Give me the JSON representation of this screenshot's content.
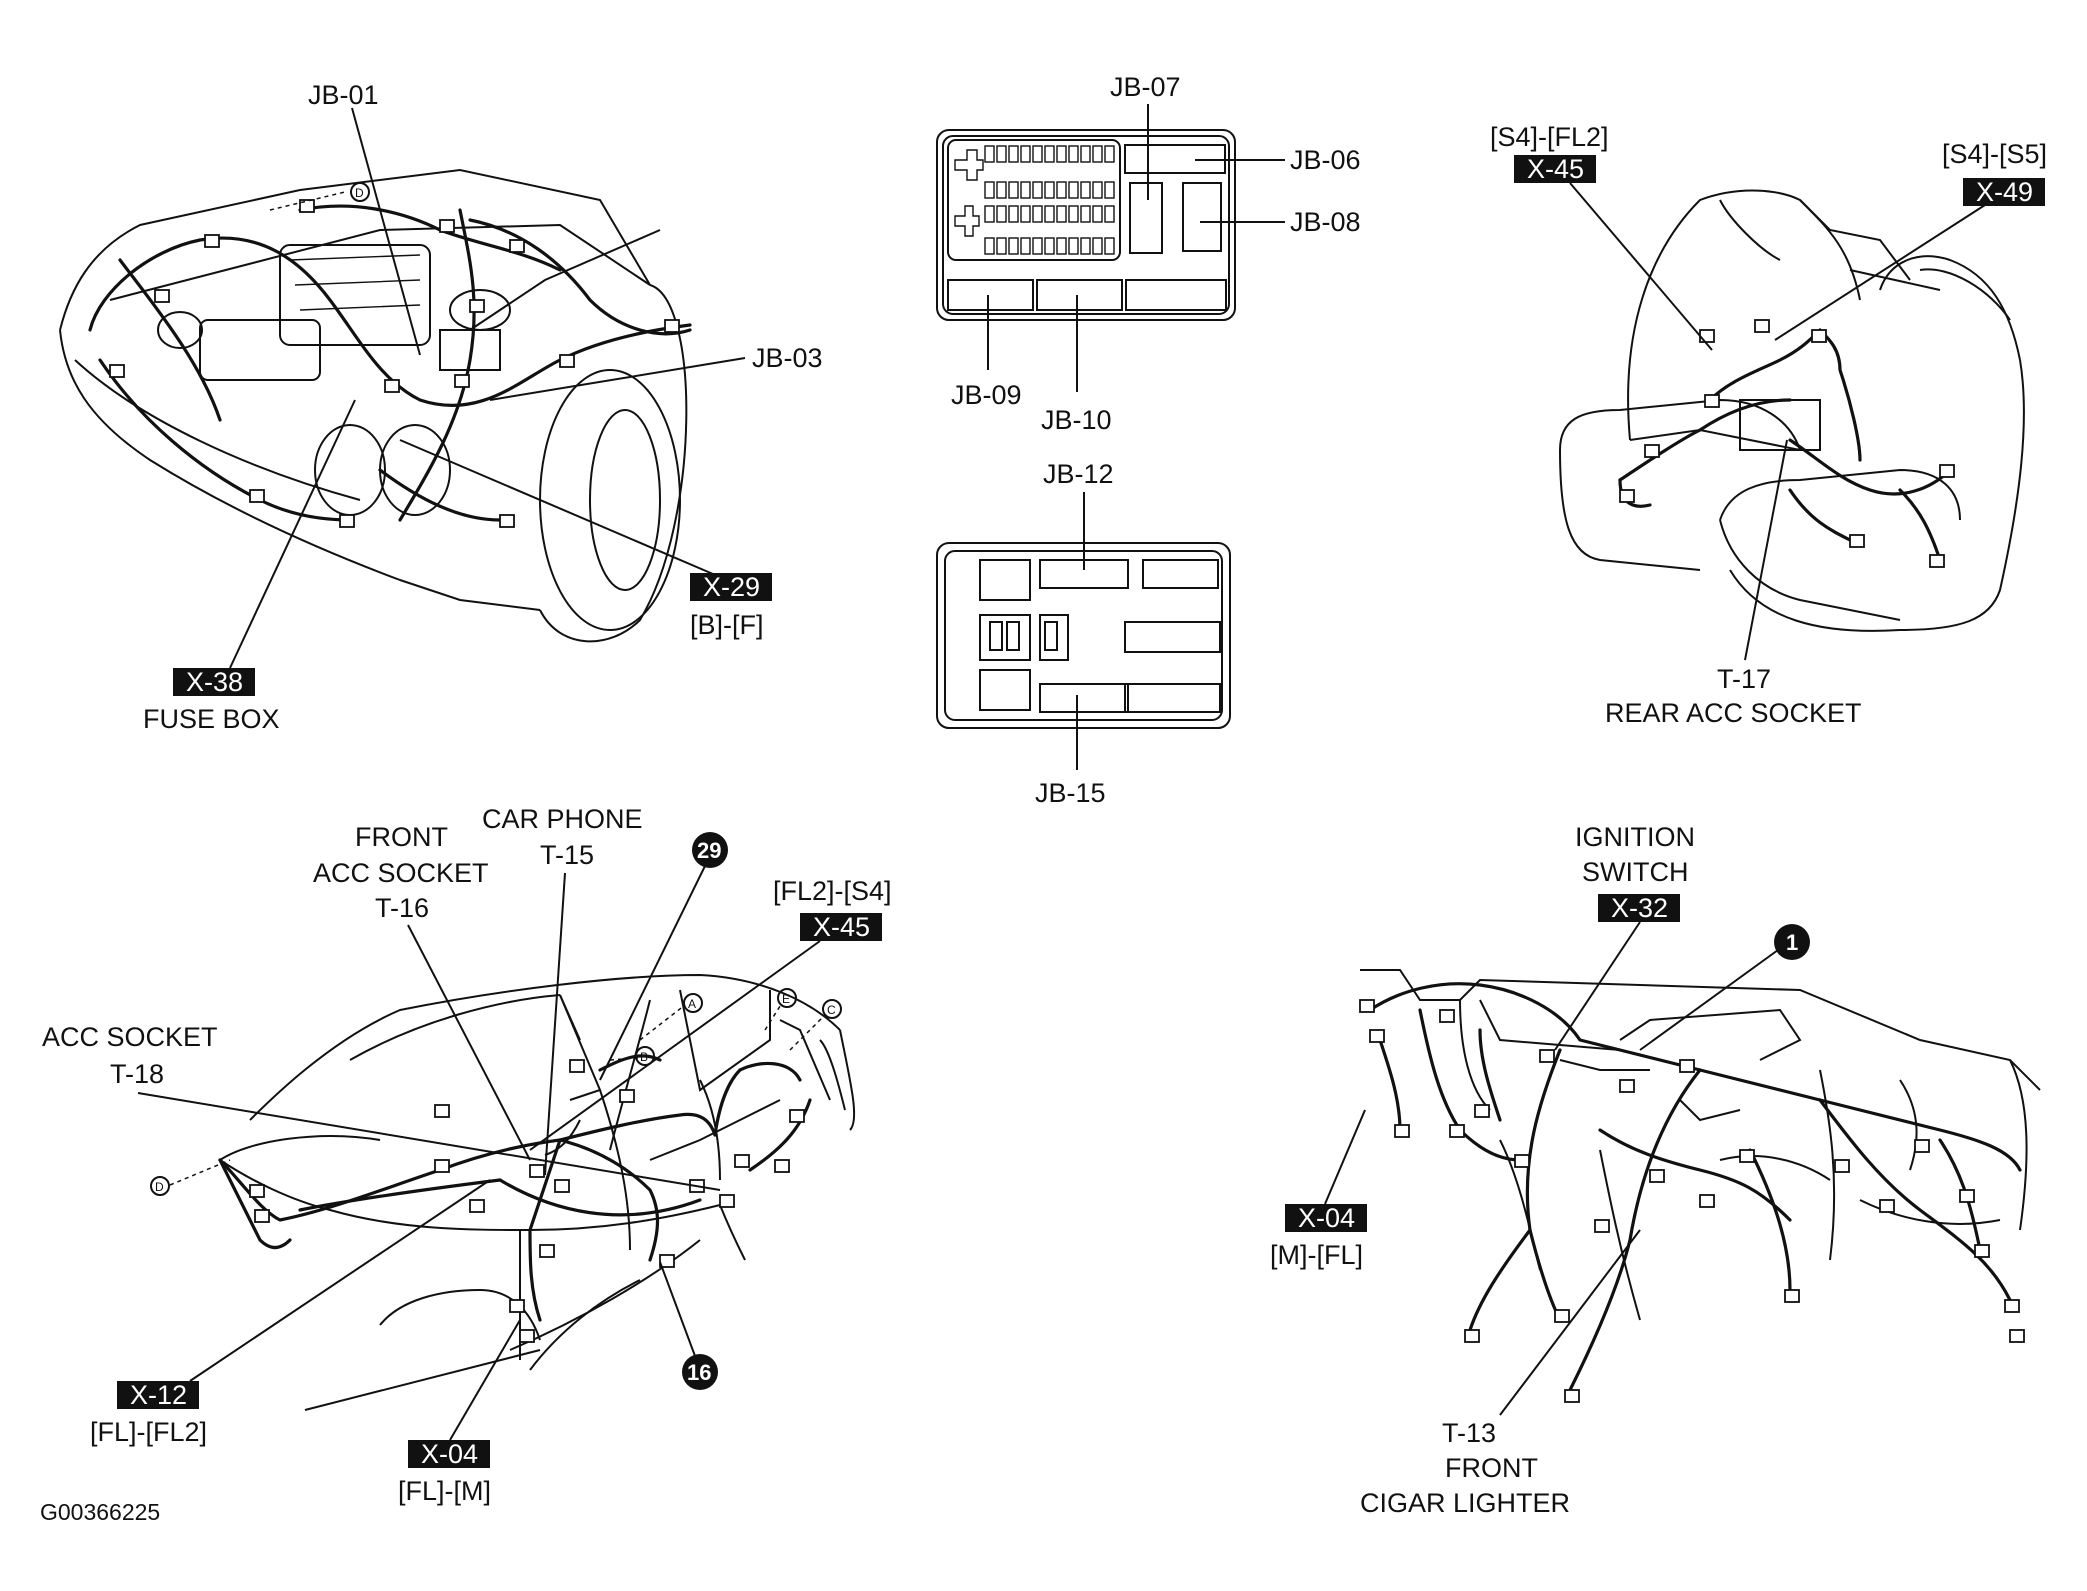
{
  "labels": {
    "jb01": "JB-01",
    "jb03": "JB-03",
    "jb06": "JB-06",
    "jb07": "JB-07",
    "jb08": "JB-08",
    "jb09": "JB-09",
    "jb10": "JB-10",
    "jb12": "JB-12",
    "jb15": "JB-15",
    "x29": "X-29",
    "x29_sub": "[B]-[F]",
    "x38": "X-38",
    "fuse_box": "FUSE BOX",
    "s4fl2": "[S4]-[FL2]",
    "x45_top": "X-45",
    "s4s5": "[S4]-[S5]",
    "x49": "X-49",
    "t17": "T-17",
    "rear_acc": "REAR ACC SOCKET",
    "front": "FRONT",
    "acc_socket": "ACC SOCKET",
    "t16": "T-16",
    "car_phone": "CAR PHONE",
    "t15": "T-15",
    "num29": "29",
    "fl2s4": "[FL2]-[S4]",
    "x45_bottom": "X-45",
    "acc_socket2": "ACC SOCKET",
    "t18": "T-18",
    "x12": "X-12",
    "flfl2": "[FL]-[FL2]",
    "x04_left": "X-04",
    "flm": "[FL]-[M]",
    "num16": "16",
    "code": "G00366225",
    "ignition": "IGNITION",
    "switch": "SWITCH",
    "x32": "X-32",
    "num1": "1",
    "x04_right": "X-04",
    "mfl": "[M]-[FL]",
    "t13": "T-13",
    "front2": "FRONT",
    "cigar": "CIGAR LIGHTER",
    "ref_a": "A",
    "ref_b": "B",
    "ref_c": "C",
    "ref_d": "D",
    "ref_e": "E"
  }
}
